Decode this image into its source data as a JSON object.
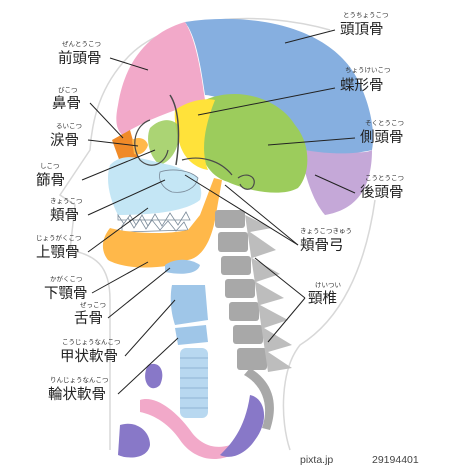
{
  "labels": {
    "parietal": {
      "text": "頭頂骨",
      "ruby": "とうちょうこつ"
    },
    "sphenoid": {
      "text": "蝶形骨",
      "ruby": "ちょうけいこつ"
    },
    "temporal": {
      "text": "側頭骨",
      "ruby": "そくとうこつ"
    },
    "occipital": {
      "text": "後頭骨",
      "ruby": "こうとうこつ"
    },
    "zygomatic_arch": {
      "text": "頬骨弓",
      "ruby": "きょうこつきゅう"
    },
    "cervical": {
      "text": "頸椎",
      "ruby": "けいつい"
    },
    "frontal": {
      "text": "前頭骨",
      "ruby": "ぜんとうこつ"
    },
    "nasal": {
      "text": "鼻骨",
      "ruby": "びこつ"
    },
    "lacrimal": {
      "text": "涙骨",
      "ruby": "るいこつ"
    },
    "ethmoid": {
      "text": "篩骨",
      "ruby": "しこつ"
    },
    "zygomatic": {
      "text": "頬骨",
      "ruby": "きょうこつ"
    },
    "maxilla": {
      "text": "上顎骨",
      "ruby": "じょうがくこつ"
    },
    "mandible": {
      "text": "下顎骨",
      "ruby": "かがくこつ"
    },
    "hyoid": {
      "text": "舌骨",
      "ruby": "ぜっこつ"
    },
    "thyroid_cartilage": {
      "text": "甲状軟骨",
      "ruby": "こうじょうなんこつ"
    },
    "cricoid_cartilage": {
      "text": "輪状軟骨",
      "ruby": "りんじょうなんこつ"
    }
  },
  "watermark": {
    "brand": "pixta.jp",
    "id": "29194401"
  },
  "colors": {
    "frontal": "#f2a9c9",
    "parietal": "#86afe0",
    "occipital": "#c5a8d8",
    "temporal": "#9ccc5c",
    "sphenoid": "#ffe23a",
    "maxilla": "#c4e6f5",
    "mandible": "#ffb84a",
    "nasal": "#f08a28",
    "cervical": "#a8a8a8",
    "hyoid": "#9fc6e8",
    "clavicle": "#8878c8",
    "trachea": "#f2a9c9"
  }
}
